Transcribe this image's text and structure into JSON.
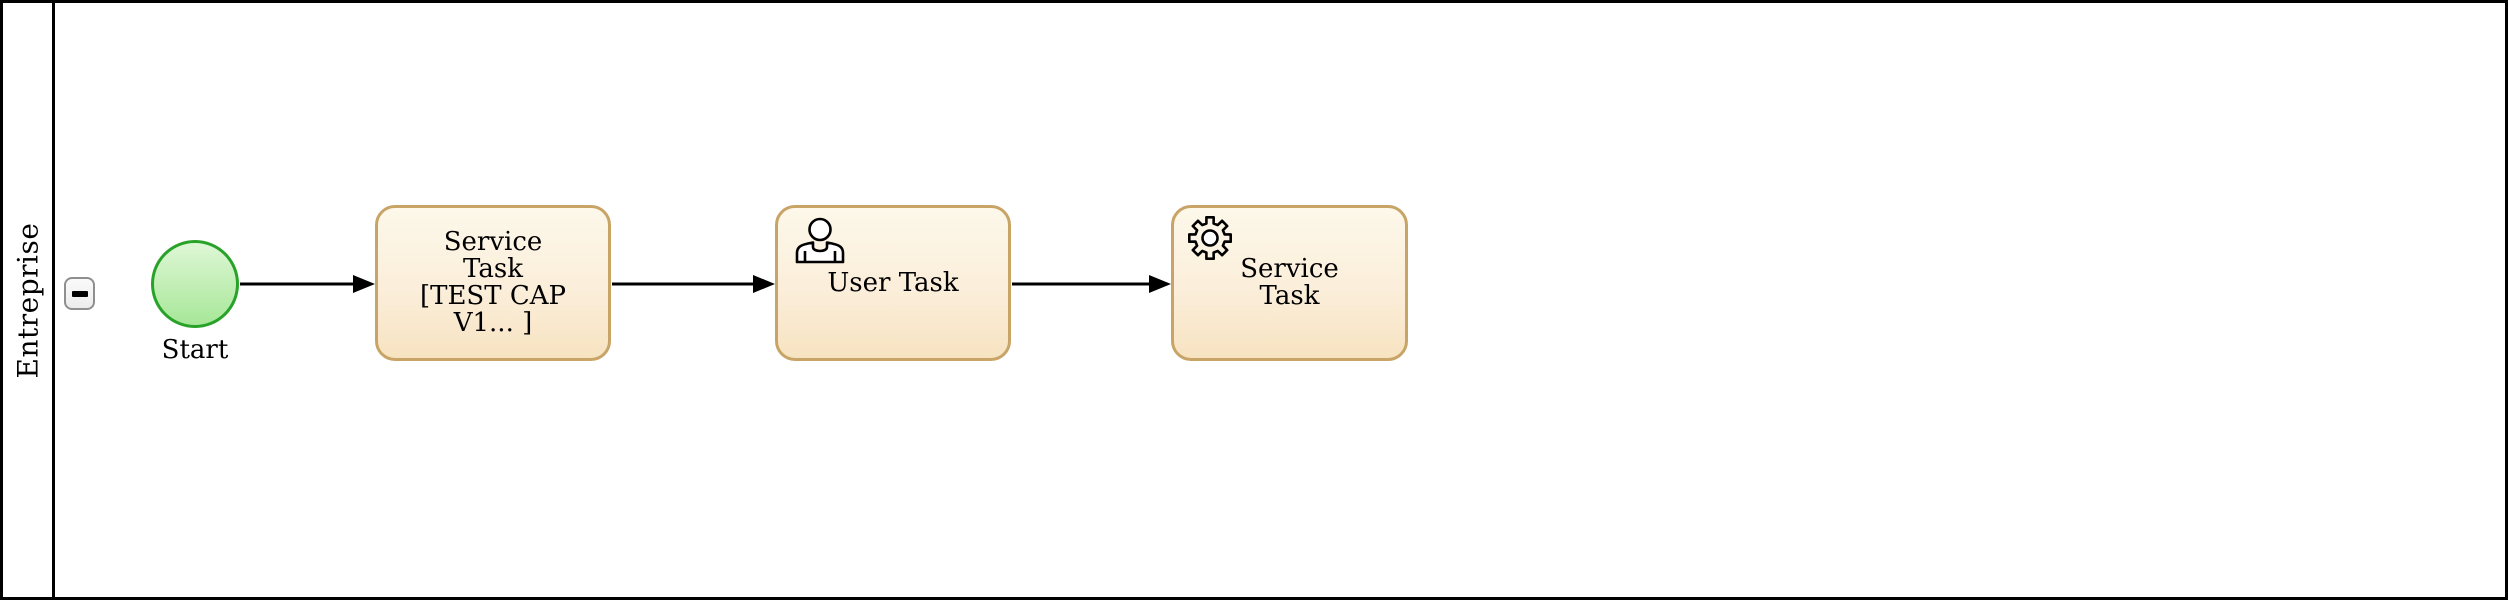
{
  "diagram": {
    "type": "bpmn-process",
    "pool": {
      "lane_label": "Entreprise",
      "collapse_button": {
        "icon": "minus-icon",
        "state": "expanded"
      }
    },
    "nodes": [
      {
        "id": "start",
        "kind": "start-event",
        "label": "Start"
      },
      {
        "id": "task-1",
        "kind": "service-task",
        "icon": null,
        "label": "Service Task [TEST CAP V1... ]",
        "lines": [
          "Service",
          "Task",
          "[TEST CAP",
          "V1... ]"
        ]
      },
      {
        "id": "task-2",
        "kind": "user-task",
        "icon": "user-icon",
        "label": "User Task",
        "lines": [
          "User Task"
        ]
      },
      {
        "id": "task-3",
        "kind": "service-task",
        "icon": "gear-icon",
        "label": "Service Task",
        "lines": [
          "Service",
          "Task"
        ]
      }
    ],
    "connections": [
      {
        "from": "start",
        "to": "task-1"
      },
      {
        "from": "task-1",
        "to": "task-2"
      },
      {
        "from": "task-2",
        "to": "task-3"
      }
    ]
  },
  "colors": {
    "pool_border": "#000000",
    "task_border": "#c9a467",
    "task_fill_top": "#fdf8ea",
    "task_fill_bottom": "#f7e3c1",
    "event_border": "#28a228",
    "event_fill_top": "#def7d6",
    "event_fill_bottom": "#a7e798"
  }
}
